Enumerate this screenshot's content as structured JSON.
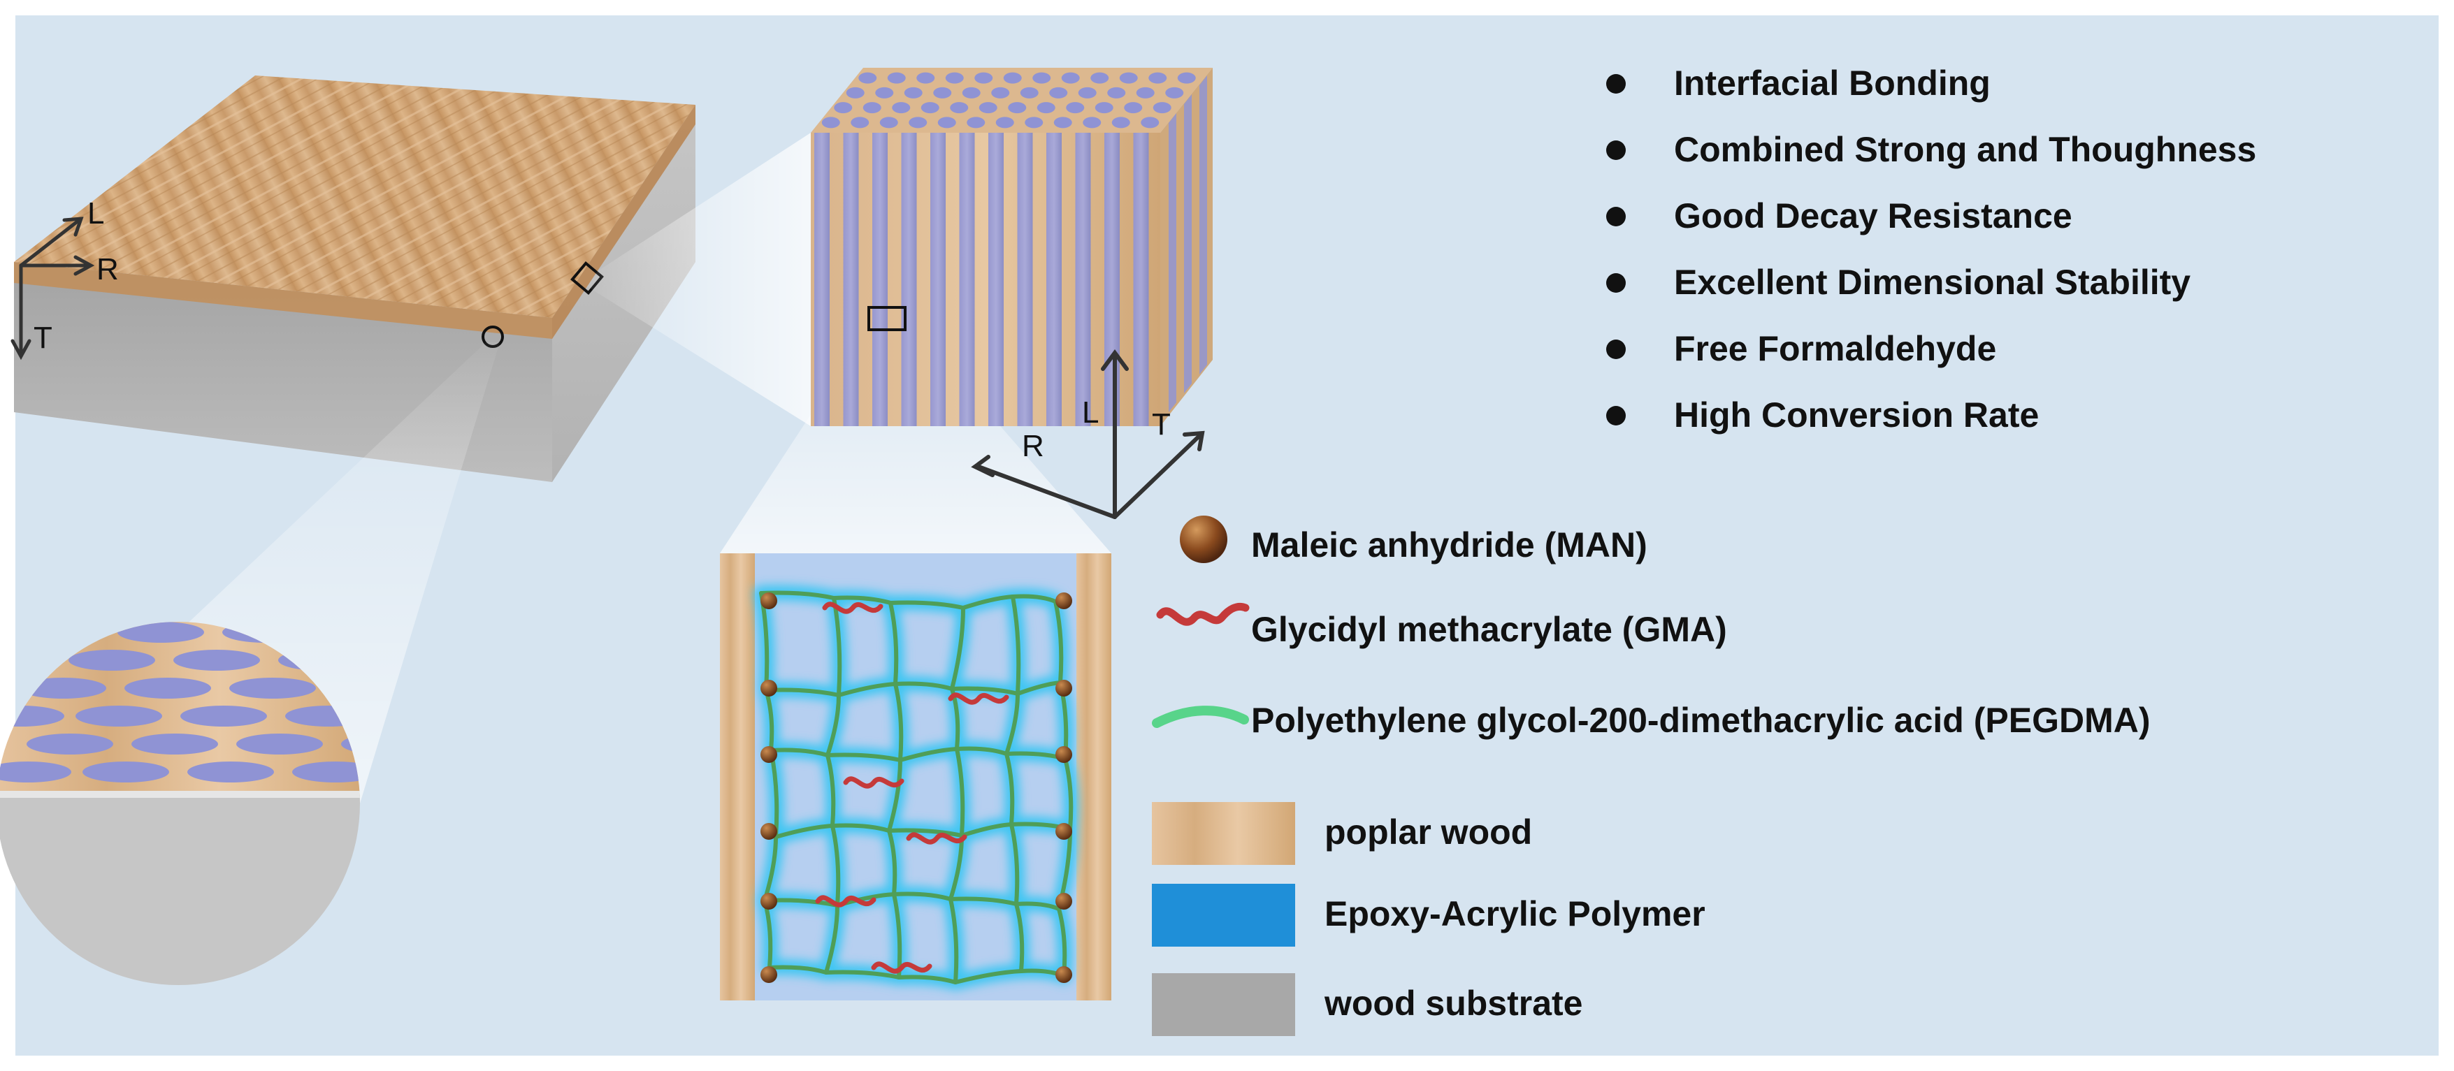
{
  "colors": {
    "background": "#d6e4f0",
    "frame": "#ffffff",
    "wood": "#d4a877",
    "wood_dark": "#b98b5a",
    "polymer": "#8f93d4",
    "epoxy_blue": "#1f8fd8",
    "substrate_gray": "#a8a8a8",
    "network_green": "#4f9e58",
    "glow": "#41c6f2",
    "man_brown": "#8a4a1e",
    "gma_red": "#c53a3a",
    "pegdma_green": "#58d48a"
  },
  "axes": {
    "board": {
      "L": "L",
      "R": "R",
      "T": "T"
    },
    "cube": {
      "L": "L",
      "R": "R",
      "T": "T"
    }
  },
  "properties": [
    "Interfacial Bonding",
    "Combined Strong and Thoughness",
    "Good Decay Resistance",
    "Excellent Dimensional Stability",
    "Free Formaldehyde",
    "High Conversion Rate"
  ],
  "legend": {
    "molecules": [
      {
        "icon": "man-sphere-icon",
        "label": "Maleic anhydride (MAN)"
      },
      {
        "icon": "gma-chain-icon",
        "label": "Glycidyl methacrylate (GMA)"
      },
      {
        "icon": "pegdma-chain-icon",
        "label": "Polyethylene glycol-200-dimethacrylic acid (PEGDMA)"
      }
    ],
    "materials": [
      {
        "swatch": "wood",
        "label": "poplar wood"
      },
      {
        "swatch": "epoxy_blue",
        "label": "Epoxy-Acrylic Polymer"
      },
      {
        "swatch": "substrate_gray",
        "label": "wood substrate"
      }
    ]
  }
}
